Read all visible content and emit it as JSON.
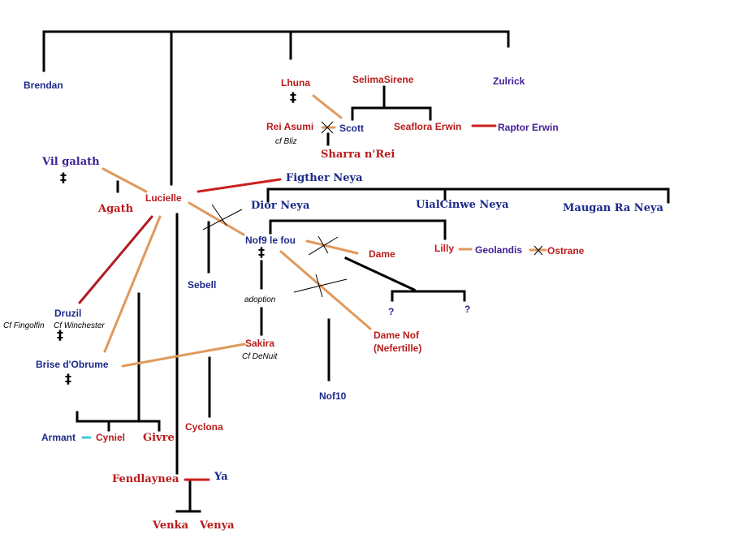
{
  "colors": {
    "line_black": "#000000",
    "line_orange": "#e0995c",
    "line_red": "#cc1f1f",
    "line_darkred": "#b01c24",
    "line_cyan": "#40c8e0",
    "text_red": "#b81c1c",
    "text_navy": "#1b2a8a",
    "text_purple": "#3f1f96"
  },
  "symbols": {
    "dagger": "‡",
    "question": "?"
  },
  "nodes": {
    "brendan": "Brendan",
    "lhuna": "Lhuna",
    "selima_sirene": "SelimaSirene",
    "zulrick": "Zulrick",
    "rei_asumi": "Rei Asumi",
    "scott": "Scott",
    "seaflora_erwin": "Seaflora Erwin",
    "raptor_erwin": "Raptor Erwin",
    "sharra_nrei": "Sharra n'Rei",
    "vil_galath": "Vil galath",
    "agath": "Agath",
    "lucielle": "Lucielle",
    "figther_neya": "Figther Neya",
    "dior_neya": "Dior Neya",
    "uialcinwe_neya": "UialCinwe Neya",
    "maugan_ra_neya": "Maugan Ra Neya",
    "nof9_le_fou": "Nof9 le fou",
    "dame": "Dame",
    "lilly": "Lilly",
    "geolandis": "Geolandis",
    "ostrane": "Ostrane",
    "sebell": "Sebell",
    "druzil": "Druzil",
    "brise_dobrume": "Brise d'Obrume",
    "sakira": "Sakira",
    "dame_nof_line1": "Dame Nof",
    "dame_nof_line2": "(Nefertille)",
    "nof10": "Nof10",
    "armant": "Armant",
    "cyniel": "Cyniel",
    "givre": "Givre",
    "cyclona": "Cyclona",
    "fendlaynea": "Fendlaynea",
    "ya": "Ya",
    "venka": "Venka",
    "venya": "Venya"
  },
  "notes": {
    "cf_bliz": "cf Bliz",
    "cf_fingolfin": "Cf Fingolfin",
    "cf_winchester": "Cf Winchester",
    "adoption": "adoption",
    "cf_denuit": "Cf DeNuit"
  }
}
